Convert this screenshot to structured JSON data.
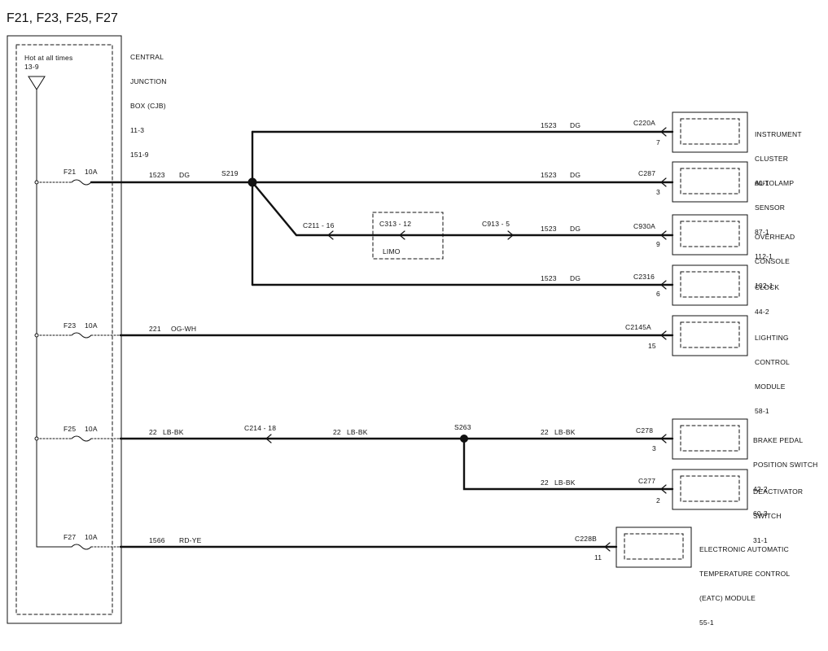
{
  "title": "F21, F23, F25, F27",
  "cjb": {
    "label": [
      "CENTRAL",
      "JUNCTION",
      "BOX (CJB)",
      "11-3",
      "151-9"
    ],
    "hot_text": "Hot at all times",
    "hot_ref": "13-9"
  },
  "fuses": [
    {
      "id": "F21",
      "rating": "10A"
    },
    {
      "id": "F23",
      "rating": "10A"
    },
    {
      "id": "F25",
      "rating": "10A"
    },
    {
      "id": "F27",
      "rating": "10A"
    }
  ],
  "splices": {
    "s219": "S219",
    "s263": "S263"
  },
  "circuits": {
    "c1523": "1523",
    "c221": "221",
    "c22": "22",
    "c1566": "1566",
    "dg": "DG",
    "ogwh": "OG-WH",
    "lbbk": "LB-BK",
    "rdye": "RD-YE"
  },
  "connectors": {
    "c220a": "C220A",
    "c287": "C287",
    "c211": "C211 - 16",
    "c313": "C313 - 12",
    "c913": "C913 - 5",
    "c930a": "C930A",
    "c2316": "C2316",
    "c2145a": "C2145A",
    "c214": "C214 - 18",
    "c278": "C278",
    "c277": "C277",
    "c228b": "C228B"
  },
  "pins": {
    "ic": "7",
    "auto": "3",
    "oh": "9",
    "clock": "6",
    "light": "15",
    "brake": "3",
    "deact": "2",
    "eatc": "11"
  },
  "limo": "LIMO",
  "modules": {
    "ic": [
      "INSTRUMENT",
      "CLUSTER",
      "60-1"
    ],
    "auto": [
      "AUTOLAMP",
      "SENSOR",
      "87-1",
      "112-1"
    ],
    "oh": [
      "OVERHEAD",
      "CONSOLE",
      "102-1"
    ],
    "clock": [
      "CLOCK",
      "44-2"
    ],
    "light": [
      "LIGHTING",
      "CONTROL",
      "MODULE",
      "58-1"
    ],
    "brake": [
      "BRAKE PEDAL",
      "POSITION SWITCH",
      "42-2",
      "60-3"
    ],
    "deact": [
      "DEACTIVATOR",
      "SWITCH",
      "31-1"
    ],
    "eatc": [
      "ELECTRONIC AUTOMATIC",
      "TEMPERATURE CONTROL",
      "(EATC) MODULE",
      "55-1"
    ]
  }
}
